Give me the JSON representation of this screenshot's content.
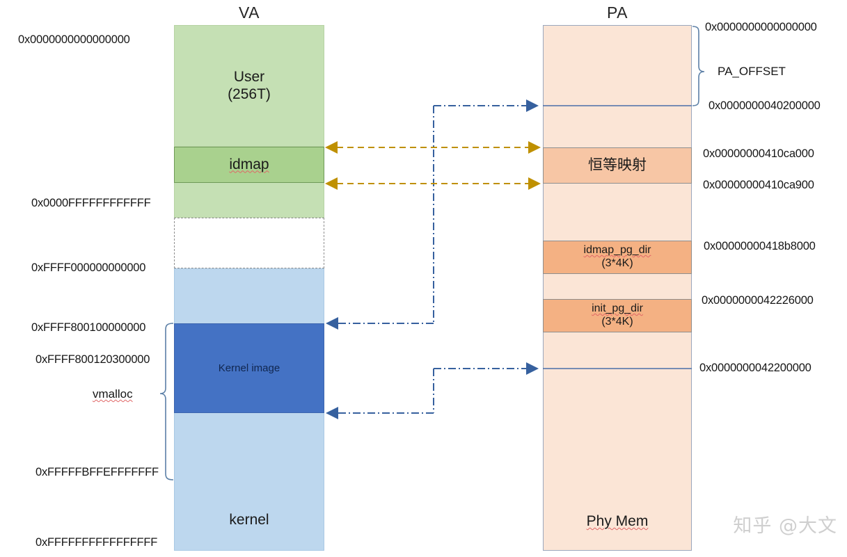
{
  "titles": {
    "va": "VA",
    "pa": "PA"
  },
  "va_blocks": {
    "user": "User",
    "user_size": "(256T)",
    "idmap": "idmap",
    "kernel_image": "Kernel image",
    "kernel": "kernel"
  },
  "pa_blocks": {
    "identity_map": "恒等映射",
    "idmap_pg_dir": "idmap_pg_dir",
    "idmap_pg_dir_size": "(3*4K)",
    "init_pg_dir": "init_pg_dir",
    "init_pg_dir_size": "(3*4K)",
    "phy_mem": "Phy Mem"
  },
  "va_addresses": {
    "top": "0x0000000000000000",
    "user_end": "0x0000FFFFFFFFFFFF",
    "kernel_start": "0xFFFF000000000000",
    "vmalloc_start": "0xFFFF800100000000",
    "kernel_image_start": "0xFFFF800120300000",
    "vmalloc_end": "0xFFFFFBFFEFFFFFFF",
    "bottom": "0xFFFFFFFFFFFFFFFF"
  },
  "va_labels": {
    "vmalloc": "vmalloc"
  },
  "pa_addresses": {
    "top": "0x0000000000000000",
    "pa_offset_end": "0x0000000040200000",
    "identity_map_start": "0x00000000410ca000",
    "identity_map_end": "0x00000000410ca900",
    "idmap_pg_dir": "0x00000000418b8000",
    "init_pg_dir": "0x0000000042226000",
    "kernel_phys": "0x0000000042200000"
  },
  "pa_labels": {
    "pa_offset": "PA_OFFSET"
  },
  "watermark": "知乎 @大文",
  "colors": {
    "user_green": "#c5e0b4",
    "idmap_green": "#a9d18e",
    "kernel_blue": "#bdd7ee",
    "kernel_image_blue": "#4472c4",
    "phy_mem_peach": "#fbe5d6",
    "identity_map_orange": "#f7c6a5",
    "pg_dir_orange": "#f4b183",
    "arrow_blue": "#4472c4",
    "arrow_gold": "#bf9000",
    "bracket_blue": "#5b7fa6"
  }
}
